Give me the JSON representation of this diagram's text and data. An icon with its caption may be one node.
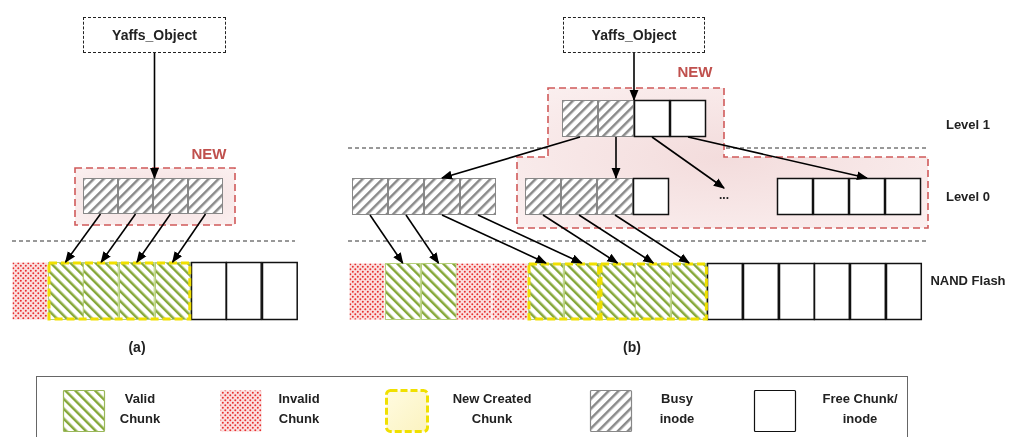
{
  "diagram": {
    "nodes": [
      {
        "text": [
          "Yaffs_Object"
        ]
      },
      {
        "text": [
          "Yaffs_Object"
        ]
      },
      {
        "text": [
          "NEW"
        ]
      },
      {
        "text": [],
        "shape": "box",
        "in": 2
      },
      {
        "text": [],
        "shape": "box",
        "in": 2
      },
      {
        "text": [],
        "shape": "box",
        "in": 2
      },
      {
        "text": [],
        "shape": "box",
        "in": 2
      },
      {
        "text": [
          "NEW"
        ]
      },
      {
        "text": [],
        "shape": "box",
        "in": 7
      },
      {
        "text": [],
        "shape": "box",
        "in": 7
      },
      {
        "text": [],
        "shape": "box",
        "in": 7
      },
      {
        "text": [],
        "shape": "box",
        "in": 7
      },
      {
        "text": [],
        "shape": "box"
      },
      {
        "text": [],
        "shape": "box"
      },
      {
        "text": [],
        "shape": "box"
      },
      {
        "text": [],
        "shape": "box"
      },
      {
        "text": [],
        "shape": "box",
        "in": 7
      },
      {
        "text": [],
        "shape": "box",
        "in": 7
      },
      {
        "text": [],
        "shape": "box",
        "in": 7
      },
      {
        "text": [],
        "shape": "box",
        "in": 7
      },
      {
        "text": [
          "..."
        ],
        "in": 7
      },
      {
        "text": [],
        "shape": "box",
        "in": 7
      },
      {
        "text": [],
        "shape": "box",
        "in": 7
      },
      {
        "text": [],
        "shape": "box",
        "in": 7
      },
      {
        "text": [],
        "shape": "box",
        "in": 7
      },
      {
        "text": [],
        "shape": "box"
      },
      {
        "text": [],
        "shape": "box"
      },
      {
        "text": [],
        "shape": "box",
        "in": 26
      },
      {
        "text": [],
        "shape": "box",
        "in": 26
      },
      {
        "text": [],
        "shape": "box",
        "in": 26
      },
      {
        "text": [],
        "shape": "box",
        "in": 26
      },
      {
        "text": [],
        "shape": "box"
      },
      {
        "text": [],
        "shape": "box"
      },
      {
        "text": [],
        "shape": "box"
      },
      {
        "text": [],
        "shape": "box"
      },
      {
        "text": [],
        "shape": "box"
      },
      {
        "text": [],
        "shape": "box"
      },
      {
        "text": [],
        "shape": "box"
      },
      {
        "text": [],
        "shape": "box"
      },
      {
        "text": [],
        "shape": "box"
      },
      {
        "text": [],
        "shape": "box",
        "in": 39
      },
      {
        "text": [],
        "shape": "box",
        "in": 39
      },
      {
        "text": [],
        "shape": "box"
      },
      {
        "text": [],
        "shape": "box",
        "in": 42
      },
      {
        "text": [],
        "shape": "box",
        "in": 42
      },
      {
        "text": [],
        "shape": "box",
        "in": 42
      },
      {
        "text": [],
        "shape": "box"
      },
      {
        "text": [],
        "shape": "box"
      },
      {
        "text": [],
        "shape": "box"
      },
      {
        "text": [],
        "shape": "box"
      },
      {
        "text": [],
        "shape": "box"
      },
      {
        "text": [],
        "shape": "box"
      }
    ],
    "edges": [
      {
        "from": 0,
        "to": 5,
        "arrow": "to"
      },
      {
        "from": 3,
        "to": 27,
        "arrow": "to"
      },
      {
        "from": 4,
        "to": 28,
        "arrow": "to"
      },
      {
        "from": 5,
        "to": 29,
        "arrow": "to"
      },
      {
        "from": 6,
        "to": 30,
        "arrow": "to"
      },
      {
        "from": 1,
        "to": 10,
        "arrow": "to"
      },
      {
        "from": 8,
        "to": 14,
        "arrow": "to"
      },
      {
        "from": 9,
        "to": 18,
        "arrow": "to"
      },
      {
        "from": 10,
        "to": 20,
        "arrow": "to"
      },
      {
        "from": 11,
        "to": 23,
        "arrow": "to"
      },
      {
        "from": 12,
        "to": 35,
        "arrow": "to"
      },
      {
        "from": 13,
        "to": 36,
        "arrow": "to"
      },
      {
        "from": 14,
        "to": 40,
        "arrow": "to"
      },
      {
        "from": 15,
        "to": 41,
        "arrow": "to"
      },
      {
        "from": 16,
        "to": 43,
        "arrow": "to"
      },
      {
        "from": 17,
        "to": 44,
        "arrow": "to"
      },
      {
        "from": 18,
        "to": 45,
        "arrow": "to"
      }
    ],
    "labels": [
      "(a)",
      "(b)",
      "Level 1",
      "Level 0",
      "NAND Flash"
    ],
    "legend": [
      {
        "text": "Valid Chunk"
      },
      {
        "text": "Invalid Chunk"
      },
      {
        "text": "New Created Chunk"
      },
      {
        "text": "Busy inode"
      },
      {
        "text": "Free Chunk/ inode"
      }
    ]
  }
}
